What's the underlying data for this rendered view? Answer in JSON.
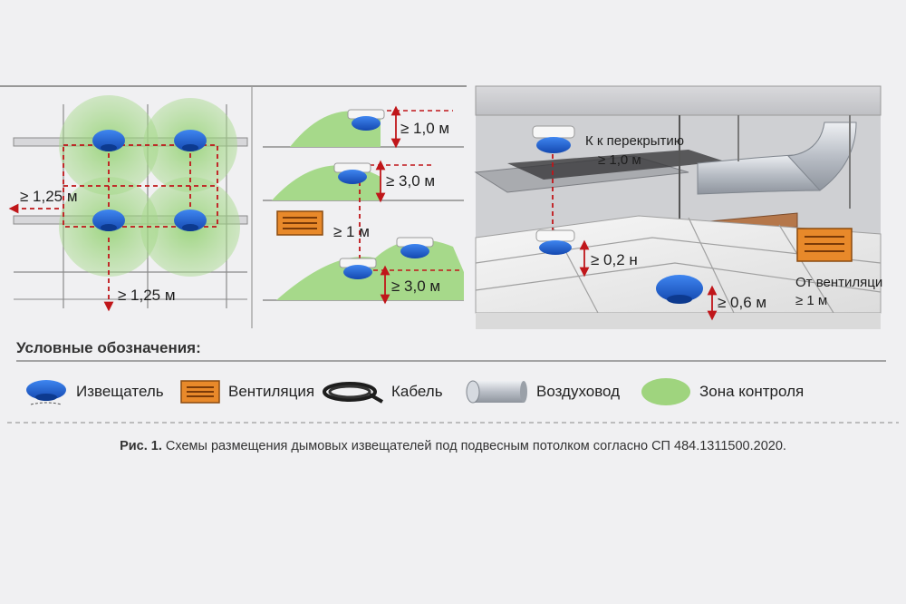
{
  "left_panel": {
    "label_side": "≥ 1,25 м",
    "label_bottom": "≥ 1,25 м"
  },
  "middle_panel": {
    "label_top": "≥ 1,0 м",
    "label_mid": "≥ 3,0 м",
    "label_between": "≥ 1 м",
    "label_bottom": "≥ 3,0 м"
  },
  "right_panel": {
    "label_to_ceiling_line1": "К к перекрытию",
    "label_to_ceiling_line2": "≥ 1,0 м",
    "label_02": "≥ 0,2 н",
    "label_06": "≥ 0,6 м",
    "label_vent_line1": "От вентиляци",
    "label_vent_line2": "≥ 1 м"
  },
  "legend": {
    "title": "Условные обозначения:",
    "items": [
      {
        "icon": "detector-icon",
        "label": "Извещатель"
      },
      {
        "icon": "ventilation-icon",
        "label": "Вентиляция"
      },
      {
        "icon": "cable-icon",
        "label": "Кабель"
      },
      {
        "icon": "duct-icon",
        "label": "Воздуховод"
      },
      {
        "icon": "control-zone-icon",
        "label": "Зона контроля"
      }
    ]
  },
  "caption": {
    "bold": "Рис. 1.",
    "text": "Схемы размещения дымовых извещателей под подвесным потолком согласно СП 484.1311500.2020."
  },
  "colors": {
    "detector_blue": "#1f5fcf",
    "zone_green": "#a6d98a",
    "dim_red": "#c0161a",
    "vent_orange": "#e8892a"
  }
}
